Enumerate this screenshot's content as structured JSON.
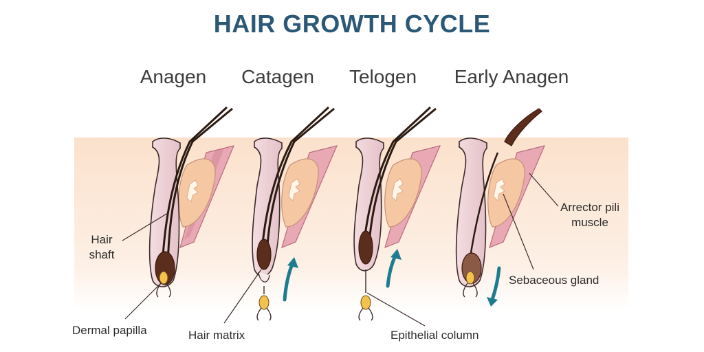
{
  "title": "HAIR GROWTH CYCLE",
  "stages": [
    "Anagen",
    "Catagen",
    "Telogen",
    "Early Anagen"
  ],
  "labels": {
    "hair_shaft": "Hair shaft",
    "dermal_papilla": "Dermal papilla",
    "hair_matrix": "Hair matrix",
    "epithelial_column": "Epithelial column",
    "sebaceous_gland": "Sebaceous gland",
    "arrector_pili_muscle": "Arrector pili muscle"
  },
  "colors": {
    "title": "#2c5877",
    "skin_top": "#fbe1cc",
    "skin_bottom": "#ffffff",
    "follicle_pink": "#ead0d5",
    "muscle": "#d98e9c",
    "gland": "#f6c7a3",
    "hair_bulb": "#5b2d1c",
    "papilla": "#f2c14e",
    "arrow": "#1e7c8f",
    "outline": "#3a2a2a"
  }
}
